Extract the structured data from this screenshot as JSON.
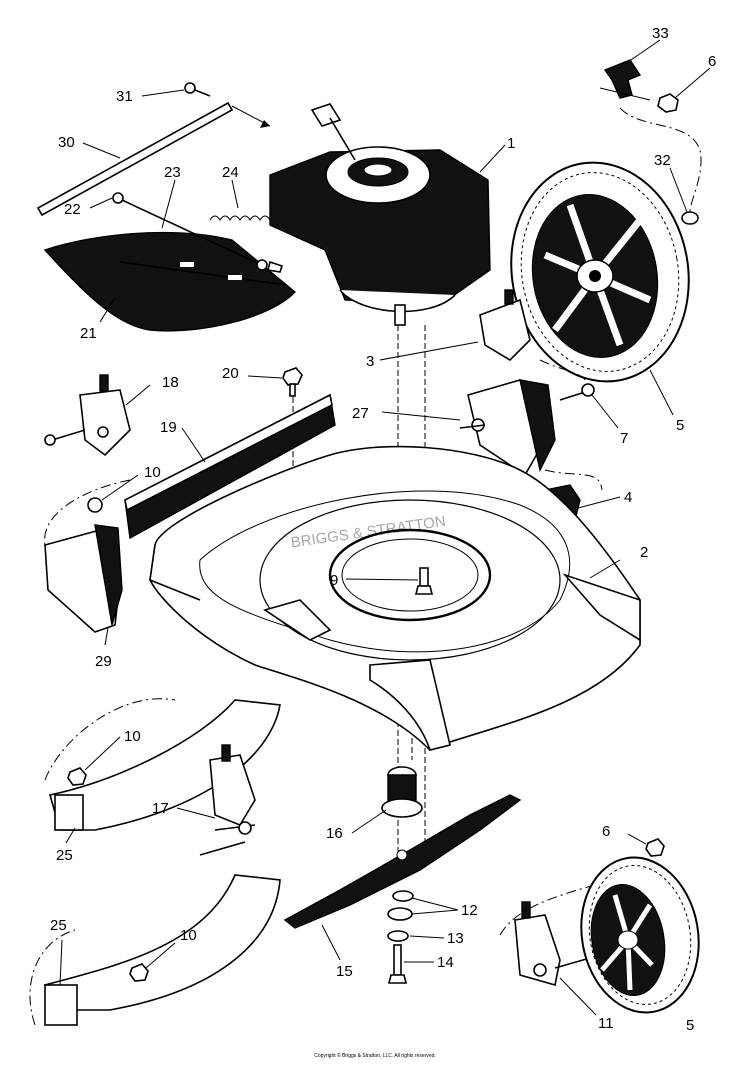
{
  "callouts": {
    "c1": "1",
    "c2": "2",
    "c3": "3",
    "c4": "4",
    "c5a": "5",
    "c5b": "5",
    "c6a": "6",
    "c6b": "6",
    "c7": "7",
    "c9": "9",
    "c10a": "10",
    "c10b": "10",
    "c10c": "10",
    "c11": "11",
    "c12": "12",
    "c13": "13",
    "c14": "14",
    "c15": "15",
    "c16": "16",
    "c17": "17",
    "c18": "18",
    "c19": "19",
    "c20": "20",
    "c21": "21",
    "c22": "22",
    "c23": "23",
    "c24": "24",
    "c25a": "25",
    "c25b": "25",
    "c27": "27",
    "c29": "29",
    "c30": "30",
    "c31": "31",
    "c32": "32",
    "c33": "33"
  },
  "deck_logo": "BRIGGS & STRATTON",
  "copyright": "Copyright © Briggs & Stratton, LLC. All rights reserved."
}
